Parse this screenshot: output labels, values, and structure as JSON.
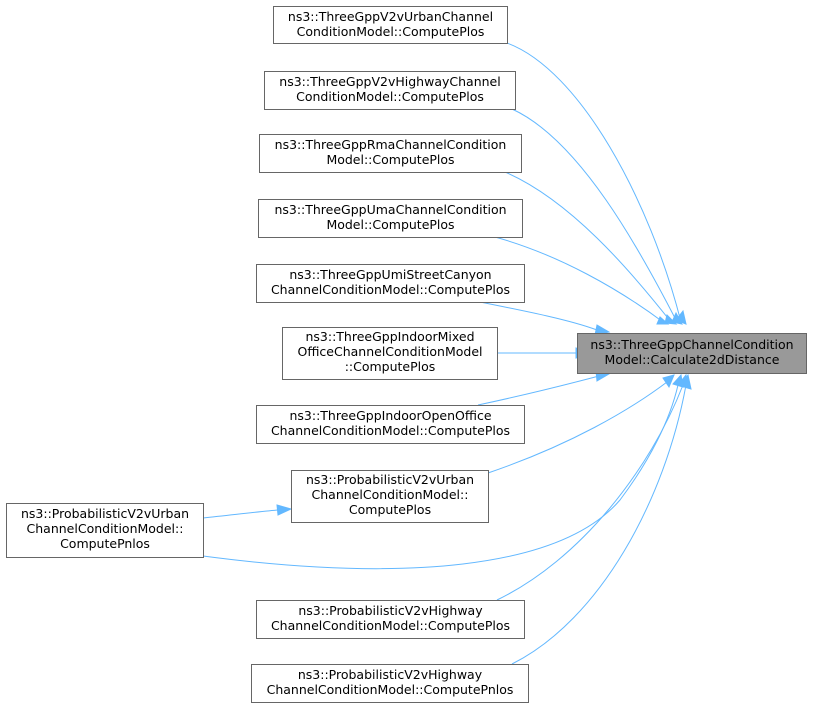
{
  "colors": {
    "edge": "#63b8ff",
    "target_fill": "#999999",
    "node_border": "#666666",
    "node_fill": "#ffffff"
  },
  "target": {
    "lines": [
      "ns3::ThreeGppChannelCondition",
      "Model::Calculate2dDistance"
    ]
  },
  "callers": [
    {
      "id": "v2v-urban",
      "lines": [
        "ns3::ThreeGppV2vUrbanChannel",
        "ConditionModel::ComputePlos"
      ]
    },
    {
      "id": "v2v-highway",
      "lines": [
        "ns3::ThreeGppV2vHighwayChannel",
        "ConditionModel::ComputePlos"
      ]
    },
    {
      "id": "rma",
      "lines": [
        "ns3::ThreeGppRmaChannelCondition",
        "Model::ComputePlos"
      ]
    },
    {
      "id": "uma",
      "lines": [
        "ns3::ThreeGppUmaChannelCondition",
        "Model::ComputePlos"
      ]
    },
    {
      "id": "umi",
      "lines": [
        "ns3::ThreeGppUmiStreetCanyon",
        "ChannelConditionModel::ComputePlos"
      ]
    },
    {
      "id": "indoor-mixed",
      "lines": [
        "ns3::ThreeGppIndoorMixed",
        "OfficeChannelConditionModel",
        "::ComputePlos"
      ]
    },
    {
      "id": "indoor-open",
      "lines": [
        "ns3::ThreeGppIndoorOpenOffice",
        "ChannelConditionModel::ComputePlos"
      ]
    },
    {
      "id": "prob-urban-plos",
      "lines": [
        "ns3::ProbabilisticV2vUrban",
        "ChannelConditionModel::",
        "ComputePlos"
      ]
    },
    {
      "id": "prob-urban-pnlos",
      "lines": [
        "ns3::ProbabilisticV2vUrban",
        "ChannelConditionModel::",
        "ComputePnlos"
      ]
    },
    {
      "id": "prob-highway-plos",
      "lines": [
        "ns3::ProbabilisticV2vHighway",
        "ChannelConditionModel::ComputePlos"
      ]
    },
    {
      "id": "prob-highway-pnlos",
      "lines": [
        "ns3::ProbabilisticV2vHighway",
        "ChannelConditionModel::ComputePnlos"
      ]
    }
  ]
}
